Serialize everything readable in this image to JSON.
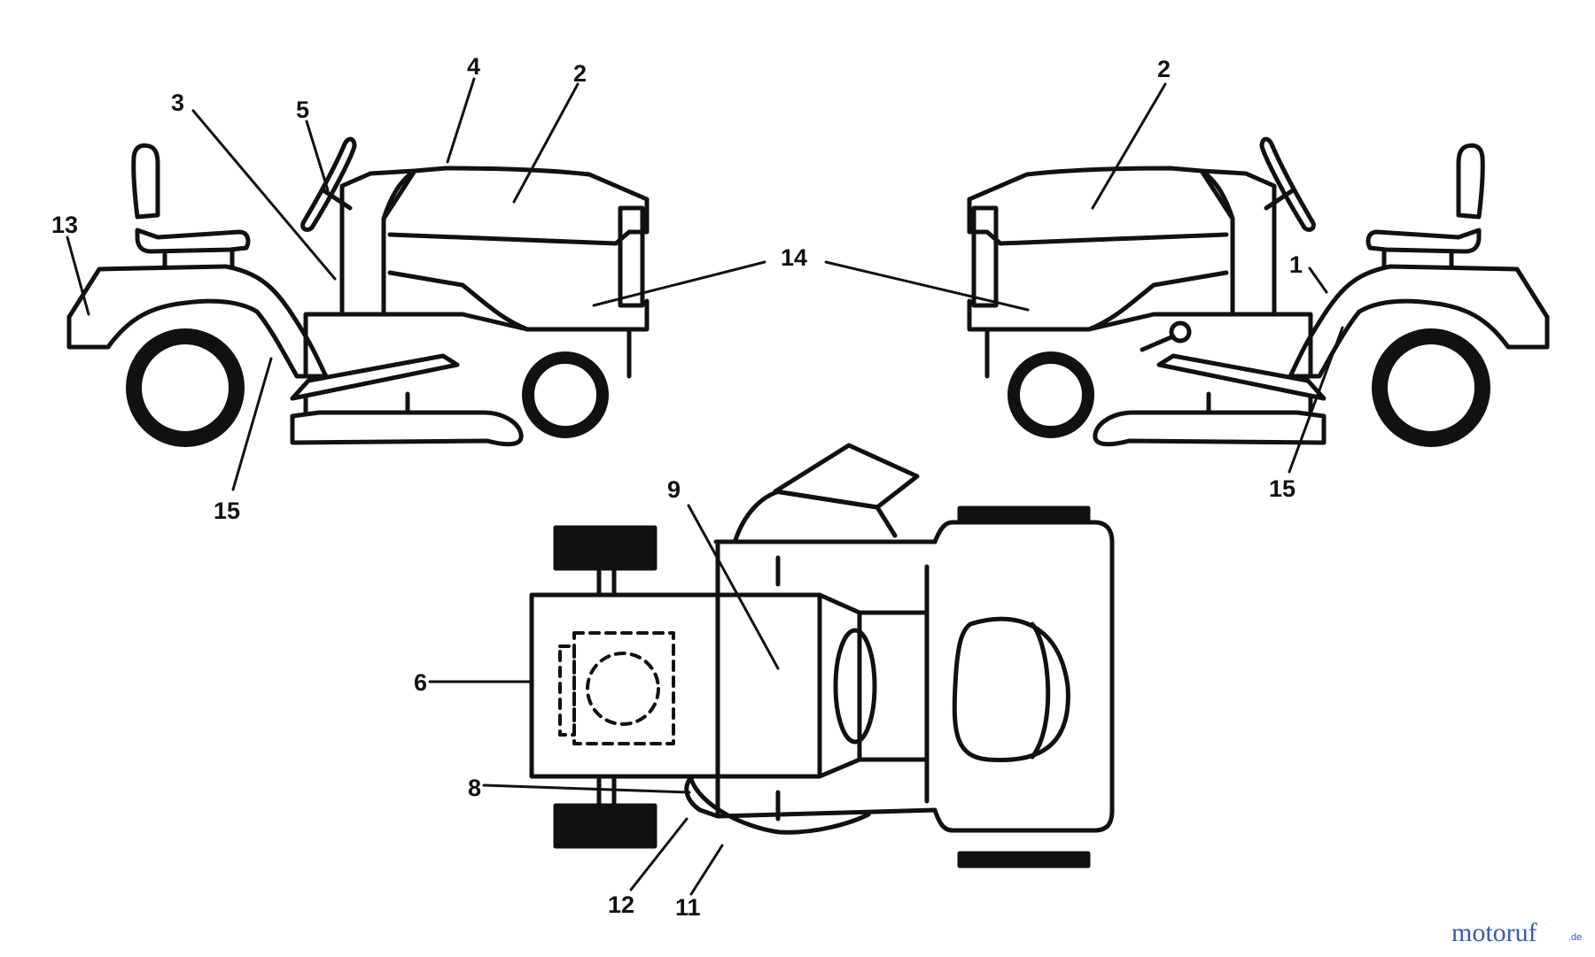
{
  "callouts": {
    "c1": "1",
    "c2_left": "2",
    "c2_right": "2",
    "c3": "3",
    "c4": "4",
    "c5": "5",
    "c6": "6",
    "c8": "8",
    "c9": "9",
    "c11": "11",
    "c12": "12",
    "c13": "13",
    "c14": "14",
    "c15_left": "15",
    "c15_right": "15"
  },
  "watermark": {
    "brand": "motoruf",
    "suffix": ".de",
    "brand_color": "#3a5aa8",
    "accent_color": "#d9531e"
  },
  "colors": {
    "line": "#111111",
    "background": "#ffffff"
  }
}
